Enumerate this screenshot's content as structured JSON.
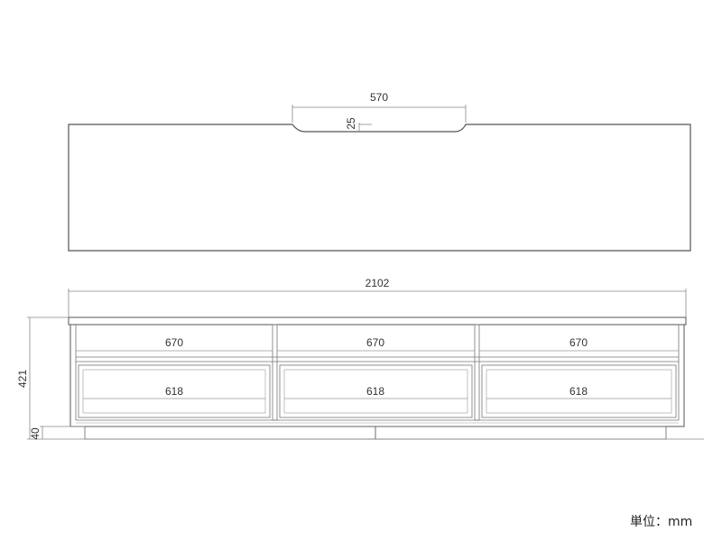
{
  "top_view": {
    "notch_width_label": "570",
    "notch_depth_label": "25"
  },
  "front_view": {
    "overall_width_label": "2102",
    "overall_height_label": "421",
    "base_height_label": "40",
    "upper_openings": [
      "670",
      "670",
      "670"
    ],
    "lower_doors": [
      "618",
      "618",
      "618"
    ]
  },
  "unit": {
    "label": "単位：mm"
  },
  "colors": {
    "line": "#555555",
    "dim_line": "#888888",
    "text": "#333333"
  }
}
